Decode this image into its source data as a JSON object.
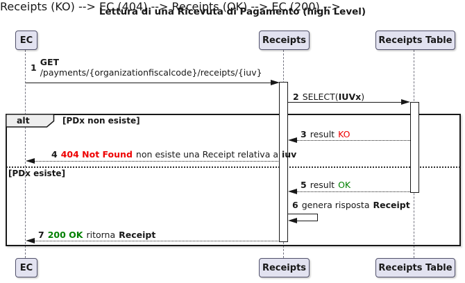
{
  "title": "Lettura di una Ricevuta di Pagamento (high Level)",
  "participants": [
    {
      "label": "EC"
    },
    {
      "label": "Receipts"
    },
    {
      "label": "Receipts Table"
    }
  ],
  "fragment": {
    "operator": "alt",
    "guard_if": "[PDx non esiste]",
    "guard_else": "[PDx esiste]"
  },
  "messages": [
    {
      "num": "1",
      "verb": "GET",
      "path": "/payments/{organizationfiscalcode}/receipts/{iuv}"
    },
    {
      "num": "2",
      "pre": "SELECT(",
      "arg": "IUVx",
      "post": ")"
    },
    {
      "num": "3",
      "text": "result",
      "status": "KO"
    },
    {
      "num": "4",
      "status": "404 Not Found",
      "text": "non esiste una Receipt relativa a",
      "emph": "iuv"
    },
    {
      "num": "5",
      "text": "result",
      "status": "OK"
    },
    {
      "num": "6",
      "text": "genera risposta",
      "emph": "Receipt"
    },
    {
      "num": "7",
      "status": "200 OK",
      "text": "ritorna",
      "emph": "Receipt"
    }
  ],
  "colors": {
    "error": "#ee0000",
    "success": "#008000",
    "participant_fill": "#e2e2f0",
    "participant_border": "#50506a",
    "line": "#181818",
    "fragment_label_fill": "#eeeeee"
  }
}
